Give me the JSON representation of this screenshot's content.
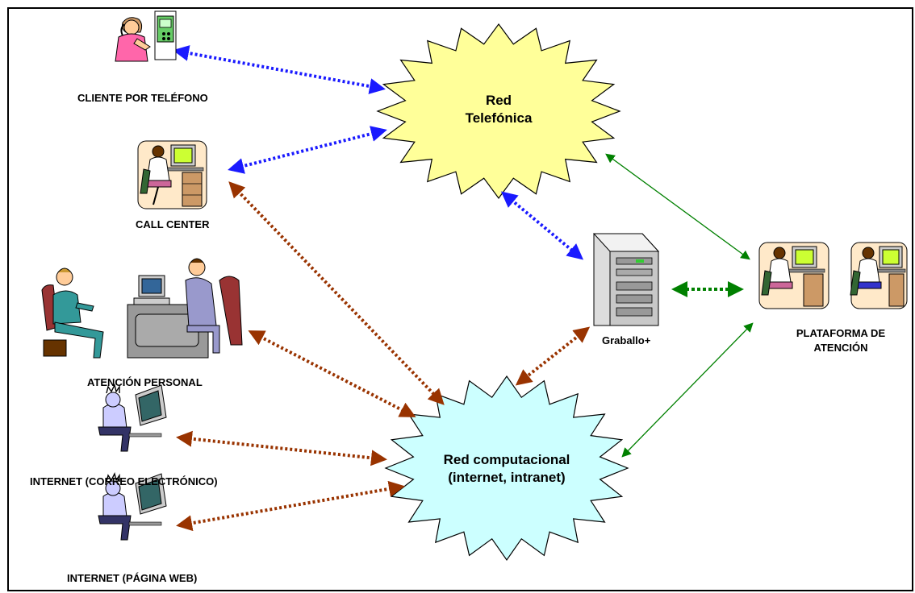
{
  "nodes": {
    "cliente_telefono": "CLIENTE POR TELÉFONO",
    "call_center": "CALL CENTER",
    "atencion_personal": "ATENCIÓN PERSONAL",
    "internet_correo": "INTERNET (CORREO ELECTRÓNICO)",
    "internet_web": "INTERNET (PÁGINA WEB)",
    "graballo": "Graballo+",
    "plataforma_line1": "PLATAFORMA DE",
    "plataforma_line2": "ATENCIÓN"
  },
  "clouds": {
    "red_telefonica_line1": "Red",
    "red_telefonica_line2": "Telefónica",
    "red_computacional_line1": "Red computacional",
    "red_computacional_line2": "(internet, intranet)"
  },
  "colors": {
    "telephone_link": "#1a1aff",
    "computer_link": "#993300",
    "platform_link": "#008000",
    "telephone_cloud_fill": "#ffff99",
    "computer_cloud_fill": "#ccffff"
  },
  "links": [
    {
      "from": "cliente_telefono",
      "to": "red_telefonica",
      "style": "telephone"
    },
    {
      "from": "call_center",
      "to": "red_telefonica",
      "style": "telephone"
    },
    {
      "from": "red_telefonica",
      "to": "graballo",
      "style": "telephone"
    },
    {
      "from": "call_center",
      "to": "red_computacional",
      "style": "computer"
    },
    {
      "from": "atencion_personal",
      "to": "red_computacional",
      "style": "computer"
    },
    {
      "from": "internet_correo",
      "to": "red_computacional",
      "style": "computer"
    },
    {
      "from": "internet_web",
      "to": "red_computacional",
      "style": "computer"
    },
    {
      "from": "graballo",
      "to": "red_computacional",
      "style": "computer"
    },
    {
      "from": "graballo",
      "to": "plataforma",
      "style": "platform-dotted"
    },
    {
      "from": "red_telefonica",
      "to": "plataforma",
      "style": "platform"
    },
    {
      "from": "red_computacional",
      "to": "plataforma",
      "style": "platform"
    }
  ]
}
